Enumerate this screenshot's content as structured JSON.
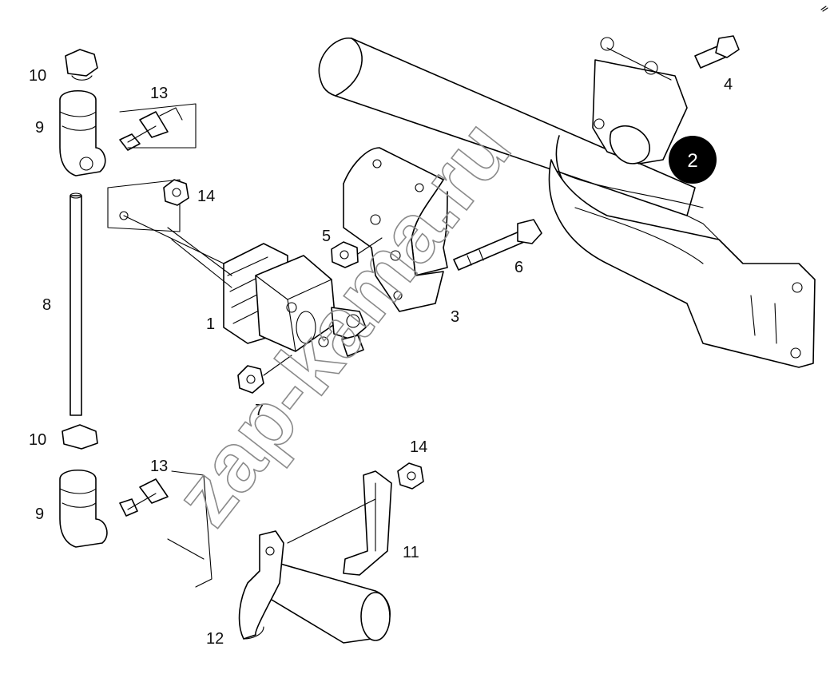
{
  "callouts": [
    {
      "id": "c1",
      "text": "1"
    },
    {
      "id": "c2",
      "text": "2"
    },
    {
      "id": "c3",
      "text": "3"
    },
    {
      "id": "c4",
      "text": "4"
    },
    {
      "id": "c5",
      "text": "5"
    },
    {
      "id": "c6",
      "text": "6"
    },
    {
      "id": "c7",
      "text": "7"
    },
    {
      "id": "c8",
      "text": "8"
    },
    {
      "id": "c9a",
      "text": "9"
    },
    {
      "id": "c9b",
      "text": "9"
    },
    {
      "id": "c10a",
      "text": "10"
    },
    {
      "id": "c10b",
      "text": "10"
    },
    {
      "id": "c11",
      "text": "11"
    },
    {
      "id": "c12",
      "text": "12"
    },
    {
      "id": "c13a",
      "text": "13"
    },
    {
      "id": "c13b",
      "text": "13"
    },
    {
      "id": "c14a",
      "text": "14"
    },
    {
      "id": "c14b",
      "text": "14"
    }
  ],
  "highlight_badge": {
    "text": "2",
    "color": "#000000",
    "text_color": "#ffffff"
  },
  "watermark": {
    "text": "zap-kama.ru",
    "color": "#8a8a8a"
  },
  "colors": {
    "background": "#ffffff",
    "line": "#000000"
  }
}
